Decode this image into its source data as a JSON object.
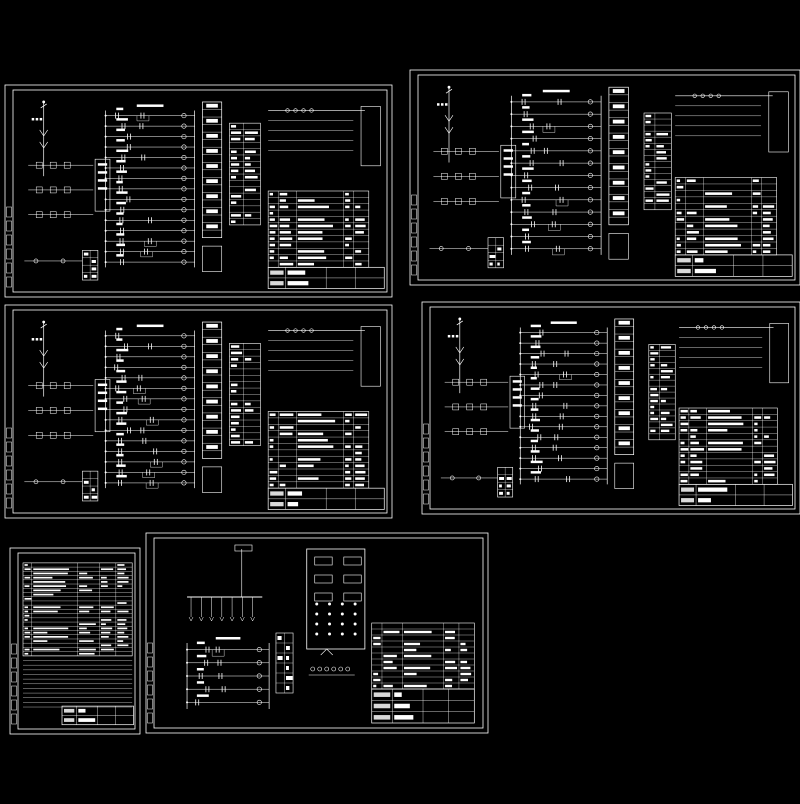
{
  "viewer": {
    "background": "#000000",
    "line_color": "#ffffff"
  },
  "sheets": [
    {
      "id": "sheet-1",
      "kind": "control-schematic",
      "title_block": ""
    },
    {
      "id": "sheet-2",
      "kind": "control-schematic",
      "title_block": ""
    },
    {
      "id": "sheet-3",
      "kind": "control-schematic",
      "title_block": ""
    },
    {
      "id": "sheet-4",
      "kind": "control-schematic",
      "title_block": ""
    },
    {
      "id": "sheet-5",
      "kind": "equipment-list",
      "title_block": ""
    },
    {
      "id": "sheet-6",
      "kind": "panel-layout",
      "title_block": ""
    }
  ]
}
